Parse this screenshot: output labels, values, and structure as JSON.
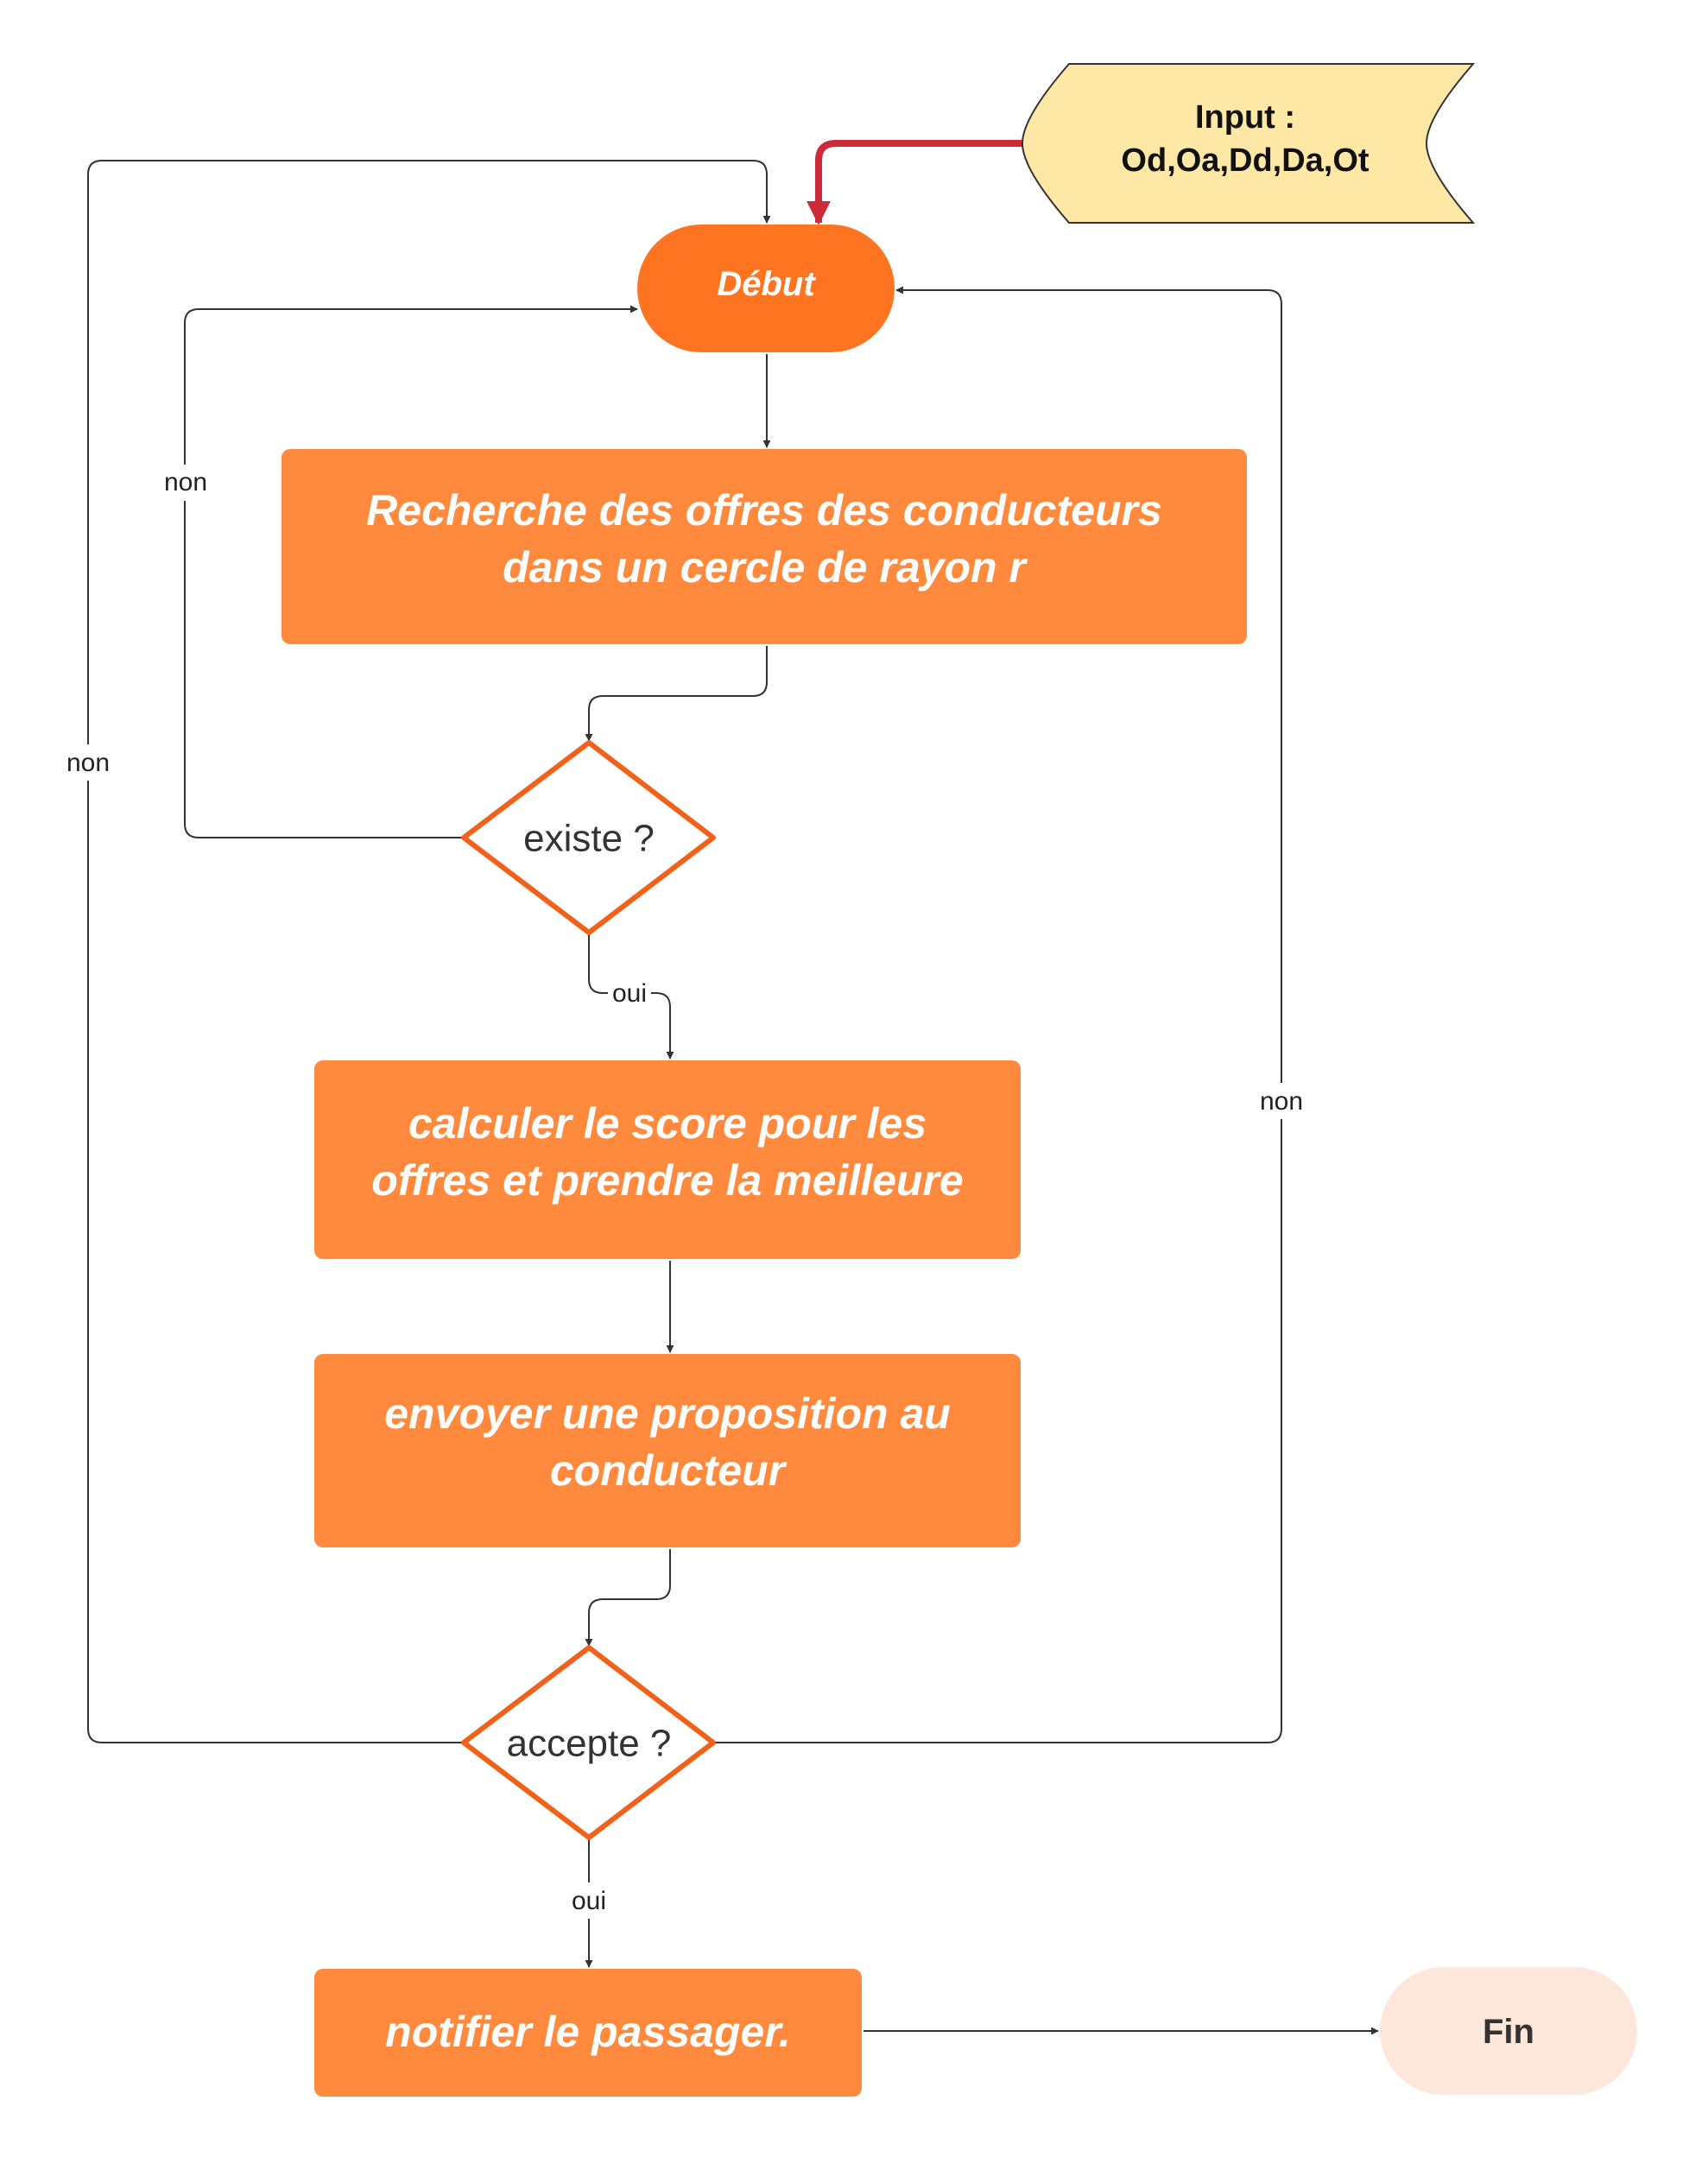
{
  "input": {
    "line1": "Input :",
    "line2": "Od,Oa,Dd,Da,Ot"
  },
  "start": {
    "label": "Début"
  },
  "steps": {
    "search": {
      "line1": "Recherche des offres des conducteurs",
      "line2": "dans un cercle de rayon r"
    },
    "score": {
      "line1": "calculer le score pour les",
      "line2": "offres et prendre la meilleure"
    },
    "send": {
      "line1": "envoyer une proposition au",
      "line2": "conducteur"
    },
    "notify": {
      "line1": "notifier le passager."
    }
  },
  "decisions": {
    "exists": {
      "label": "existe ?"
    },
    "accepts": {
      "label": "accepte ?"
    }
  },
  "end": {
    "label": "Fin"
  },
  "edge_labels": {
    "exists_no": "non",
    "exists_yes": "oui",
    "accepts_no_left": "non",
    "accepts_no_right": "non",
    "accepts_yes": "oui"
  },
  "colors": {
    "process": "#FF8A3D",
    "start": "#FF7421",
    "decision_stroke": "#F2611A",
    "input_fill": "#FFE8A6",
    "input_arrow": "#CC2B3A",
    "end_fill": "#FDE7DA",
    "connector": "#333333"
  }
}
